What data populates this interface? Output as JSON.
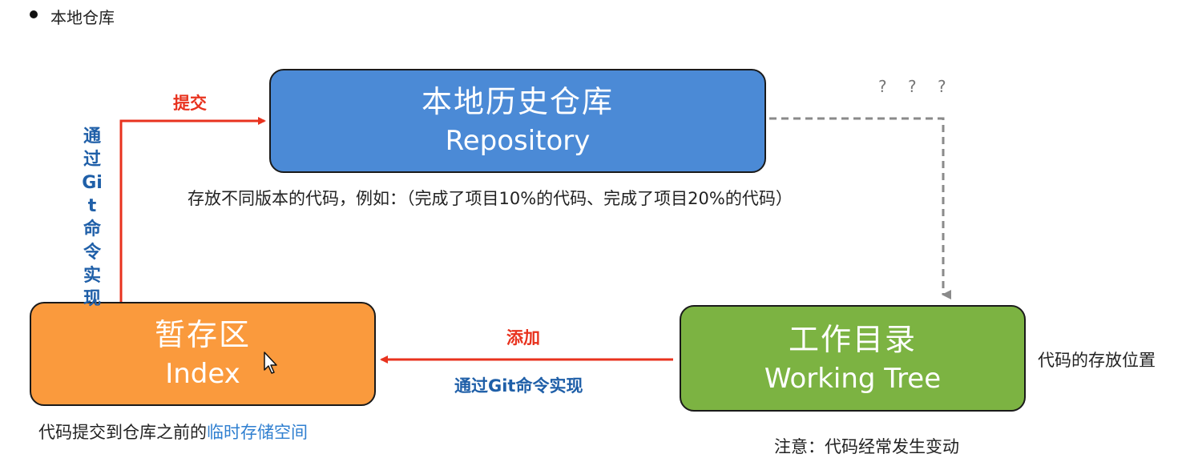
{
  "heading": {
    "text": "本地仓库"
  },
  "repository": {
    "title": "本地历史仓库",
    "subtitle": "Repository",
    "description": "存放不同版本的代码，例如：（完成了项目10%的代码、完成了项目20%的代码）"
  },
  "index": {
    "title": "暂存区",
    "subtitle": "Index",
    "description_prefix": "代码提交到仓库之前的",
    "description_highlight": "临时存储空间"
  },
  "working_tree": {
    "title": "工作目录",
    "subtitle": "Working Tree",
    "side_note": "代码的存放位置",
    "bottom_note": "注意：代码经常发生变动"
  },
  "edges": {
    "commit_label": "提交",
    "commit_via": "通过Git命令实现",
    "add_label": "添加",
    "add_via": "通过Git命令实现",
    "unknown_label": "? ? ?"
  },
  "colors": {
    "repository": "#4b8ad6",
    "index": "#fa9a3d",
    "working_tree": "#7cb342",
    "arrow_red": "#e8321e",
    "arrow_dashed": "#8a8a8a",
    "label_blue": "#1f5fa8"
  }
}
